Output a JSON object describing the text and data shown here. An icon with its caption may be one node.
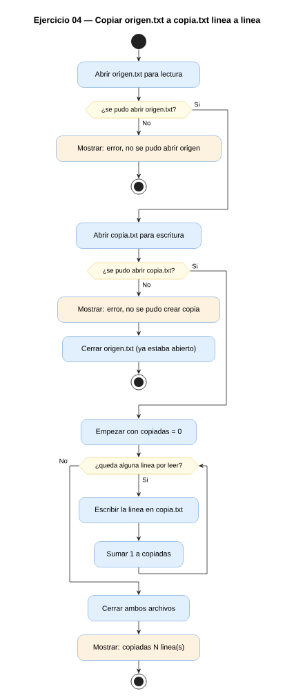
{
  "diagram": {
    "title": "Ejercicio 04 — Copiar origen.txt a copia.txt linea a linea",
    "nodes": [
      {
        "text": [],
        "shape": "circle"
      },
      {
        "text": [
          "Abrir origen.txt para lectura"
        ]
      },
      {
        "text": [
          "¿se pudo abrir origen.txt?"
        ]
      },
      {
        "text": [
          "Mostrar: error, no se pudo abrir origen"
        ]
      },
      {
        "text": [],
        "shape": "circle"
      },
      {
        "text": [
          "Abrir copia.txt para escritura"
        ]
      },
      {
        "text": [
          "¿se pudo abrir copia.txt?"
        ]
      },
      {
        "text": [
          "Mostrar: error, no se pudo crear copia"
        ]
      },
      {
        "text": [
          "Cerrar origen.txt (ya estaba abierto)"
        ]
      },
      {
        "text": [],
        "shape": "circle"
      },
      {
        "text": [
          "Empezar con copiadas = 0"
        ]
      },
      {
        "text": [
          "¿queda alguna linea por leer?"
        ]
      },
      {
        "text": [
          "Escribir la linea en copia.txt"
        ]
      },
      {
        "text": [
          "Sumar 1 a copiadas"
        ]
      },
      {
        "text": [
          "Cerrar ambos archivos"
        ]
      },
      {
        "text": [
          "Mostrar: copiadas N linea(s)"
        ]
      },
      {
        "text": [],
        "shape": "circle"
      }
    ],
    "edges": [
      {
        "from": 0,
        "to": 1,
        "arrow": "to"
      },
      {
        "from": 1,
        "to": 2,
        "arrow": "to"
      },
      {
        "from": 2,
        "to": 3,
        "arrow": "to",
        "label": "No"
      },
      {
        "from": 3,
        "to": 4,
        "arrow": "to"
      },
      {
        "from": 2,
        "to": 5,
        "arrow": "to",
        "label": "Si"
      },
      {
        "from": 5,
        "to": 6,
        "arrow": "to"
      },
      {
        "from": 6,
        "to": 7,
        "arrow": "to",
        "label": "No"
      },
      {
        "from": 7,
        "to": 8,
        "arrow": "to"
      },
      {
        "from": 8,
        "to": 9,
        "arrow": "to"
      },
      {
        "from": 6,
        "to": 10,
        "arrow": "to",
        "label": "Si"
      },
      {
        "from": 10,
        "to": 11,
        "arrow": "to"
      },
      {
        "from": 11,
        "to": 12,
        "arrow": "to",
        "label": "Si"
      },
      {
        "from": 12,
        "to": 13,
        "arrow": "to"
      },
      {
        "from": 13,
        "to": 11,
        "arrow": "to"
      },
      {
        "from": 11,
        "to": 14,
        "arrow": "to",
        "label": "No"
      },
      {
        "from": 14,
        "to": 15,
        "arrow": "to"
      },
      {
        "from": 15,
        "to": 16,
        "arrow": "to"
      }
    ]
  }
}
